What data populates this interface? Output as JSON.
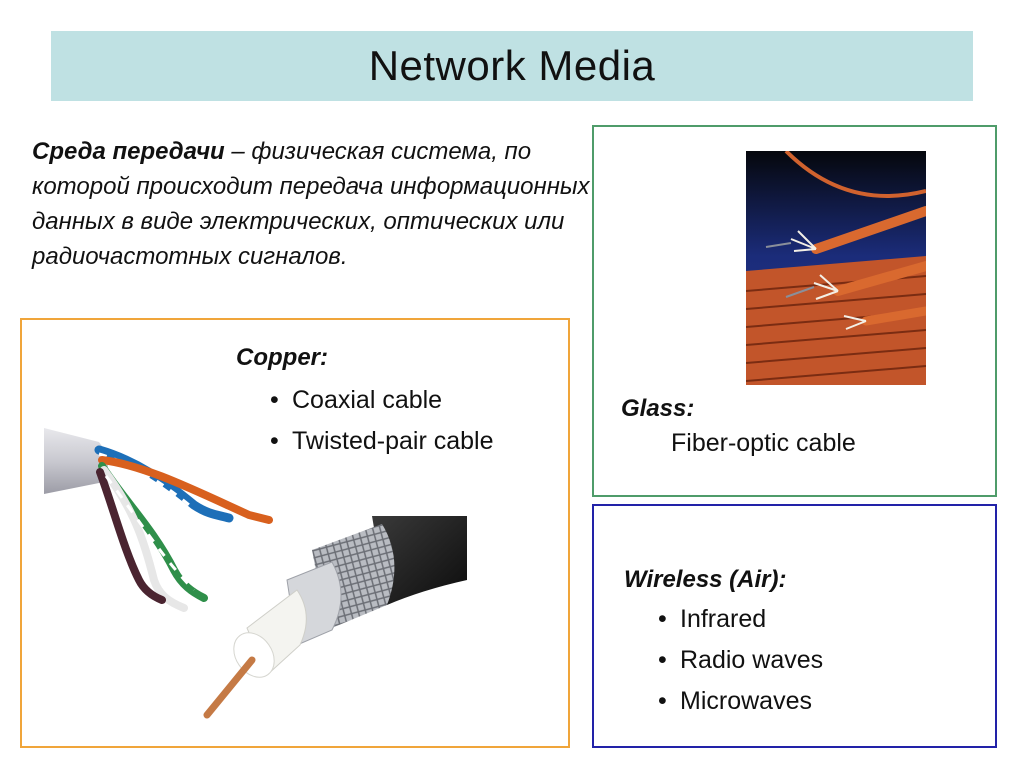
{
  "title": "Network Media",
  "definition": {
    "term": "Среда передачи",
    "text": " – физическая система, по которой происходит передача информационных данных в виде электрических, оптических или радиочастотных сигналов."
  },
  "copper": {
    "heading": "Copper:",
    "items": [
      "Coaxial cable",
      "Twisted-pair cable"
    ]
  },
  "glass": {
    "heading": "Glass:",
    "item": "Fiber-optic cable"
  },
  "wireless": {
    "heading": "Wireless (Air):",
    "items": [
      "Infrared",
      "Radio waves",
      "Microwaves"
    ]
  },
  "colors": {
    "title_bg": "#bfe1e3",
    "copper_border": "#f0a53a",
    "glass_border": "#4f9c6a",
    "wireless_border": "#2222a8"
  }
}
